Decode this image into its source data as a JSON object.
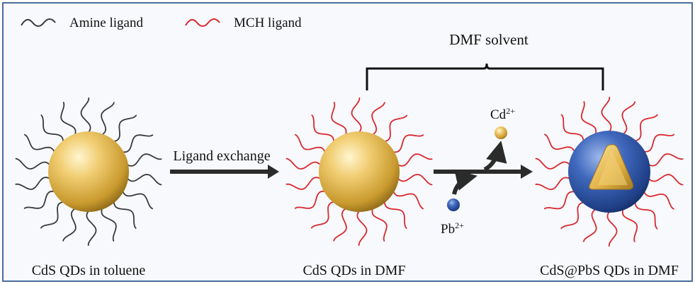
{
  "legend": {
    "amine_label": "Amine ligand",
    "mch_label": "MCH ligand",
    "amine_color": "#3a3a3a",
    "mch_color": "#d9282f"
  },
  "bracket_label": "DMF solvent",
  "arrow_label": "Ligand exchange",
  "ions": {
    "cd": {
      "base": "Cd",
      "charge": "2+"
    },
    "pb": {
      "base": "Pb",
      "charge": "2+"
    }
  },
  "captions": {
    "left": "CdS QDs in toluene",
    "middle": "CdS QDs in DMF",
    "right": "CdS@PbS QDs in DMF"
  },
  "colors": {
    "cds_core": "#e8b64a",
    "pbs_shell": "#2c55a8",
    "arrow": "#2b2b2b",
    "frame": "#4a6d9c"
  }
}
